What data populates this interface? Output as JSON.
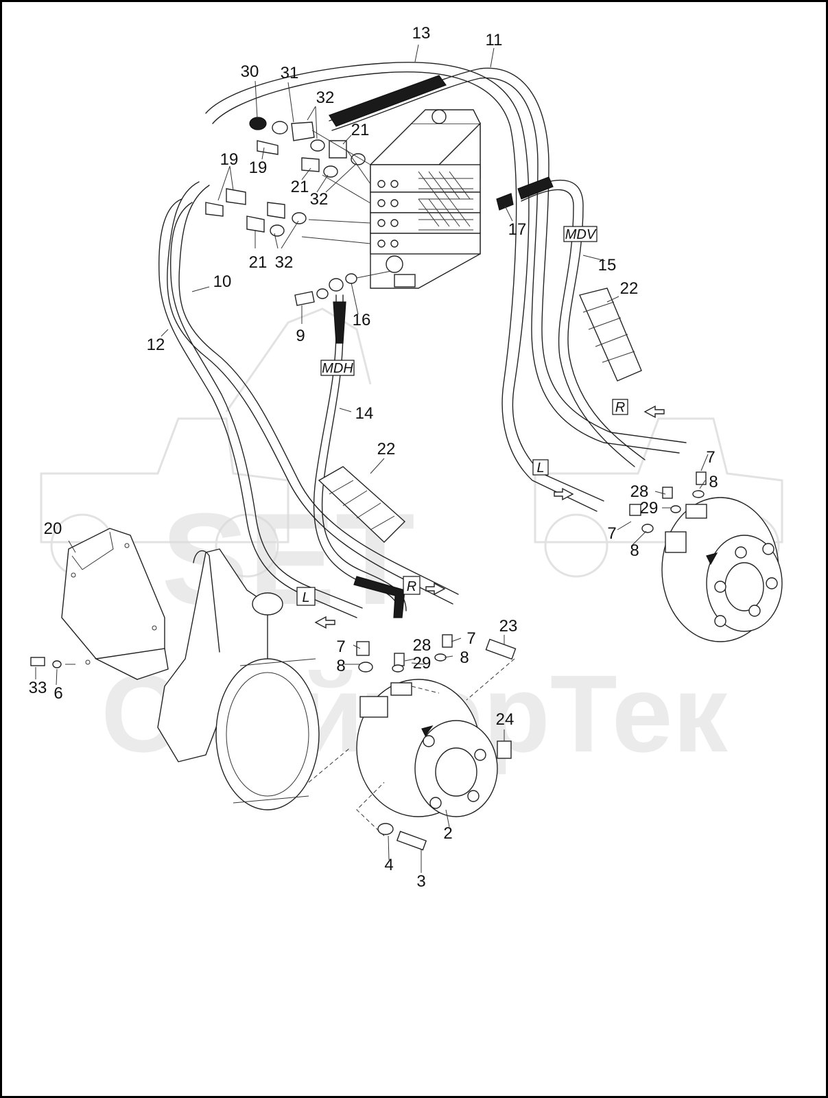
{
  "watermark": {
    "line1": "SET",
    "line2": "СкайторТек"
  },
  "tags": {
    "mdv": "MDV",
    "mdh": "MDH",
    "l": "L",
    "r": "R"
  },
  "callouts": [
    {
      "id": "c13",
      "text": "13"
    },
    {
      "id": "c11",
      "text": "11"
    },
    {
      "id": "c30",
      "text": "30"
    },
    {
      "id": "c31",
      "text": "31"
    },
    {
      "id": "c32a",
      "text": "32"
    },
    {
      "id": "c21a",
      "text": "21"
    },
    {
      "id": "c19a",
      "text": "19"
    },
    {
      "id": "c19b",
      "text": "19"
    },
    {
      "id": "c21b",
      "text": "21"
    },
    {
      "id": "c32b",
      "text": "32"
    },
    {
      "id": "c17",
      "text": "17"
    },
    {
      "id": "c21c",
      "text": "21"
    },
    {
      "id": "c32c",
      "text": "32"
    },
    {
      "id": "c15",
      "text": "15"
    },
    {
      "id": "c10",
      "text": "10"
    },
    {
      "id": "c22a",
      "text": "22"
    },
    {
      "id": "c16",
      "text": "16"
    },
    {
      "id": "c9",
      "text": "9"
    },
    {
      "id": "c12",
      "text": "12"
    },
    {
      "id": "c14",
      "text": "14"
    },
    {
      "id": "c22b",
      "text": "22"
    },
    {
      "id": "c7a",
      "text": "7"
    },
    {
      "id": "c8a",
      "text": "8"
    },
    {
      "id": "c28a",
      "text": "28"
    },
    {
      "id": "c29a",
      "text": "29"
    },
    {
      "id": "c7b",
      "text": "7"
    },
    {
      "id": "c8b",
      "text": "8"
    },
    {
      "id": "c20",
      "text": "20"
    },
    {
      "id": "c23",
      "text": "23"
    },
    {
      "id": "c7c",
      "text": "7"
    },
    {
      "id": "c28b",
      "text": "28"
    },
    {
      "id": "c7d",
      "text": "7"
    },
    {
      "id": "c8c",
      "text": "8"
    },
    {
      "id": "c29b",
      "text": "29"
    },
    {
      "id": "c8d",
      "text": "8"
    },
    {
      "id": "c33",
      "text": "33"
    },
    {
      "id": "c6",
      "text": "6"
    },
    {
      "id": "c24",
      "text": "24"
    },
    {
      "id": "c2",
      "text": "2"
    },
    {
      "id": "c4",
      "text": "4"
    },
    {
      "id": "c3",
      "text": "3"
    }
  ]
}
